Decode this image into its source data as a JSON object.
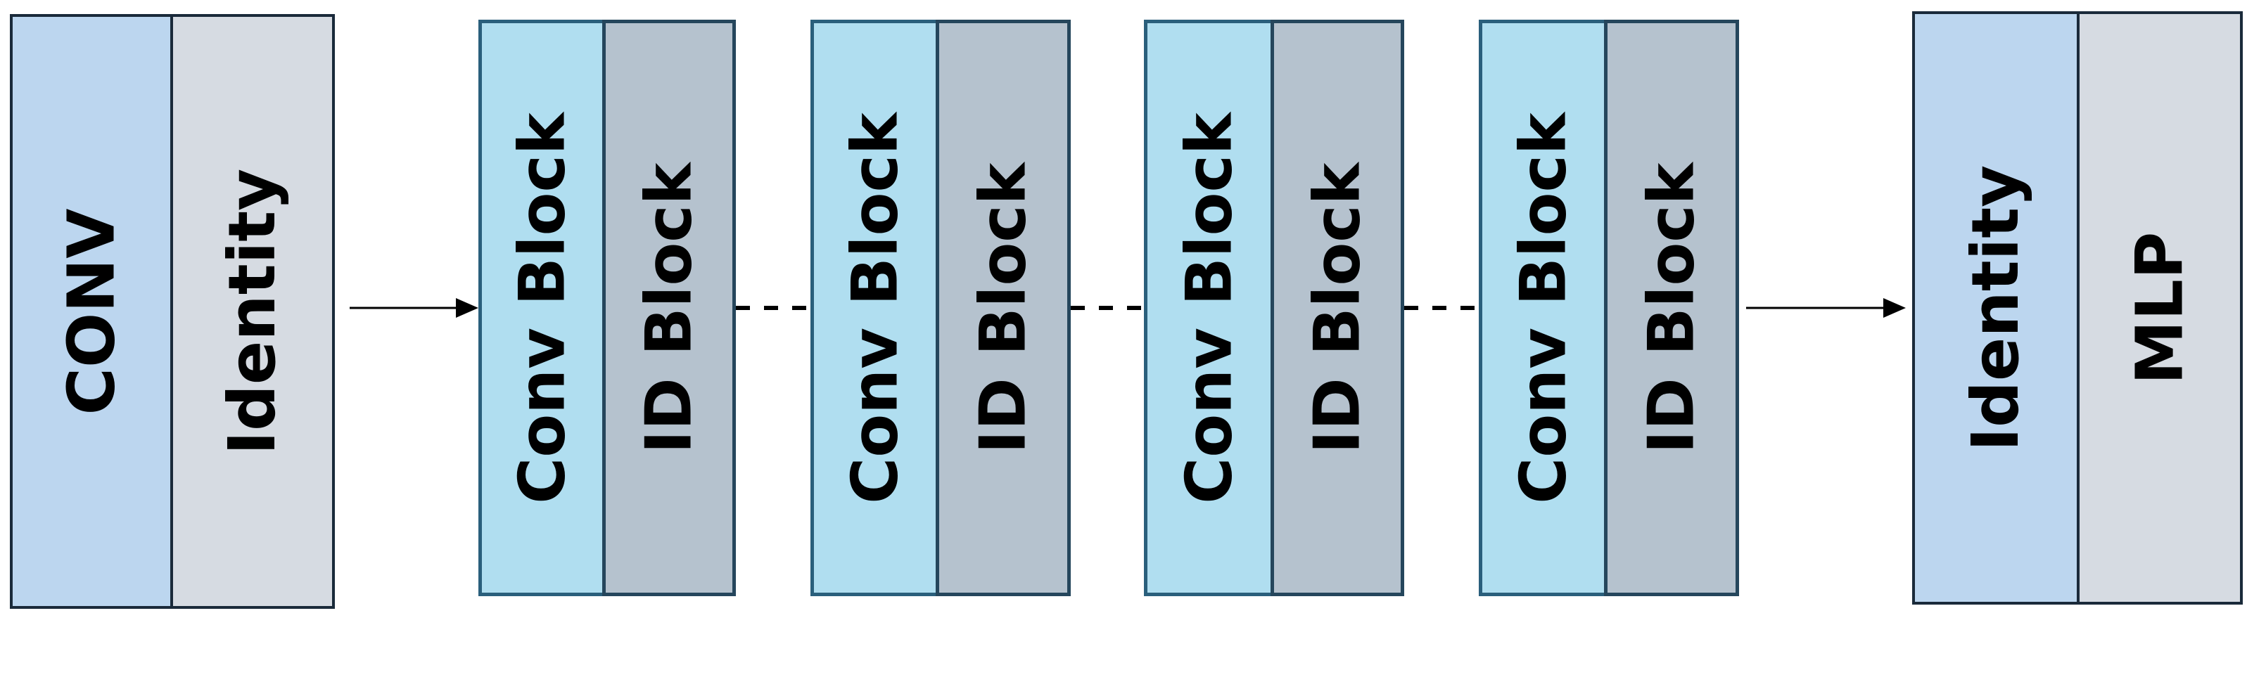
{
  "stem": {
    "conv_label": "CONV",
    "identity_label": "Identity"
  },
  "stages": [
    {
      "conv_label": "Conv Block",
      "id_label": "ID Block"
    },
    {
      "conv_label": "Conv Block",
      "id_label": "ID Block"
    },
    {
      "conv_label": "Conv Block",
      "id_label": "ID Block"
    },
    {
      "conv_label": "Conv Block",
      "id_label": "ID Block"
    }
  ],
  "head": {
    "identity_label": "Identity",
    "mlp_label": "MLP"
  },
  "colors": {
    "conv_stem": "#bcd6ef",
    "identity_stem": "#d6dbe2",
    "conv_block": "#b0def0",
    "id_block": "#b5c2ce",
    "arrow": "#000000"
  }
}
